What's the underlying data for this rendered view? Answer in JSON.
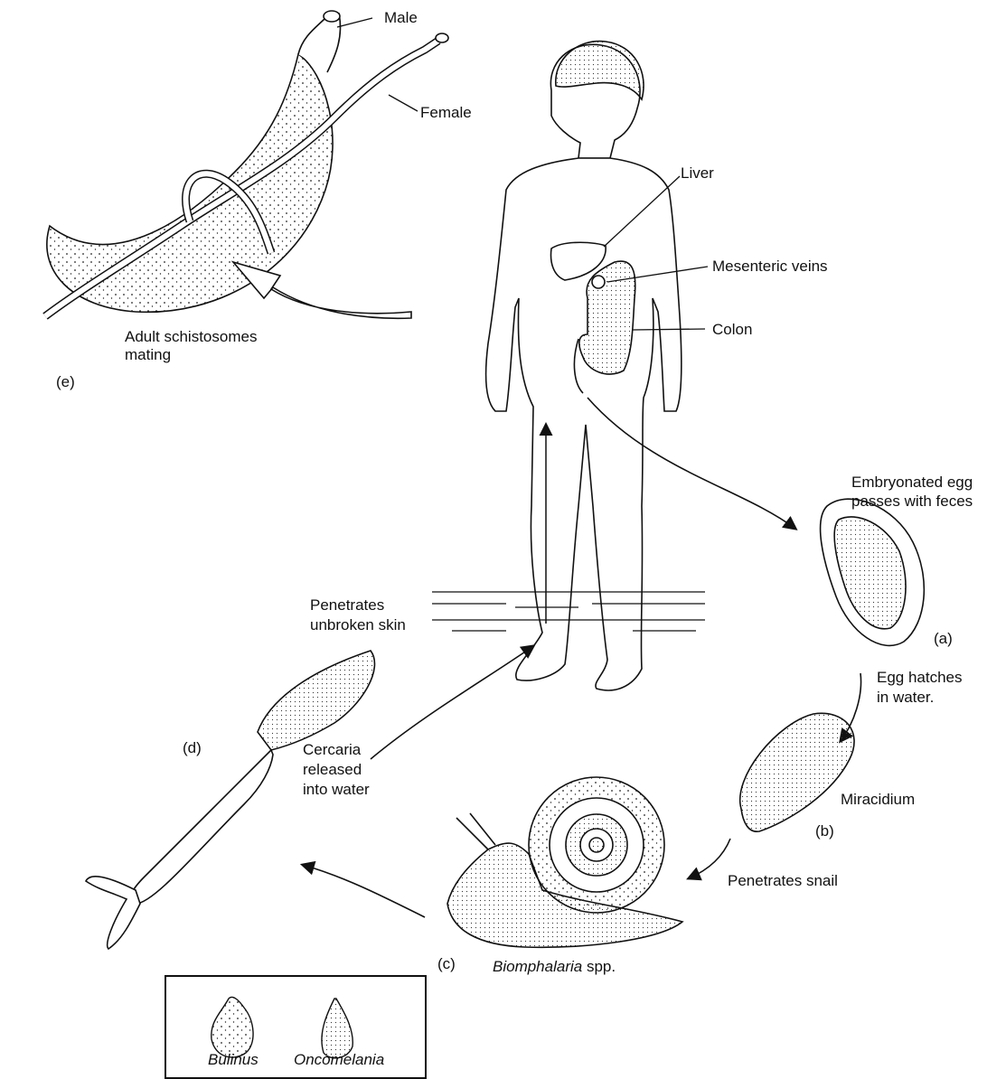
{
  "labels": {
    "male": "Male",
    "female": "Female",
    "liver": "Liver",
    "mesenteric_veins": "Mesenteric veins",
    "colon": "Colon",
    "adult_l1": "Adult schistosomes",
    "adult_l2": "mating",
    "e": "(e)",
    "egg_l1": "Embryonated egg",
    "egg_l2": "passes with feces",
    "a": "(a)",
    "hatch_l1": "Egg hatches",
    "hatch_l2": "in water.",
    "miracidium": "Miracidium",
    "b": "(b)",
    "penetrates_snail": "Penetrates snail",
    "c": "(c)",
    "biomphalaria": "Biomphalaria",
    "spp": " spp.",
    "d": "(d)",
    "cercaria_l1": "Cercaria",
    "cercaria_l2": "released",
    "cercaria_l3": "into water",
    "pen_l1": "Penetrates",
    "pen_l2": "unbroken skin",
    "bulinus": "Bulinus",
    "oncomelania": "Oncomelania"
  }
}
